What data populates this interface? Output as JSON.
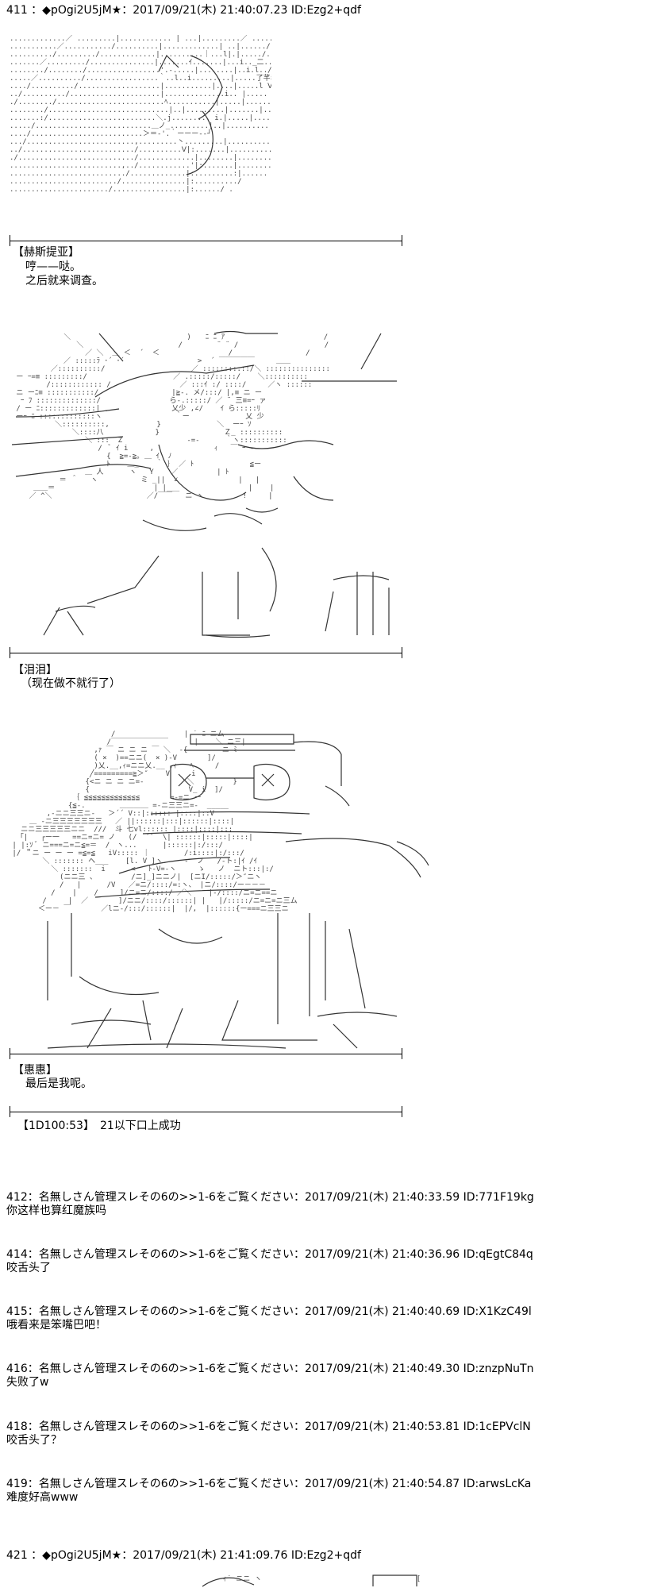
{
  "posts": [
    {
      "header": "411 ：◆pOgi2U5jM★：2017/09/21(木) 21:40:07.23 ID:Ezg2+qdf",
      "sections": [
        {
          "speaker": "【赫斯提亚】",
          "lines": [
            "哼——哒。",
            "之后就来调查。"
          ]
        },
        {
          "speaker": "【泪泪】",
          "lines": [
            "（现在做不就行了）"
          ]
        },
        {
          "speaker": "【惠惠】",
          "lines": [
            "最后是我呢。"
          ]
        }
      ],
      "roll": "【1D100:53】　21以下口上成功"
    }
  ],
  "replies": [
    {
      "header": "412：名無しさん管理スレその6の>>1-6をご覧ください：2017/09/21(木) 21:40:33.59 ID:771F19kg",
      "body": "你这样也算红魔族吗"
    },
    {
      "header": "414：名無しさん管理スレその6の>>1-6をご覧ください：2017/09/21(木) 21:40:36.96 ID:qEgtC84q",
      "body": "咬舌头了"
    },
    {
      "header": "415：名無しさん管理スレその6の>>1-6をご覧ください：2017/09/21(木) 21:40:40.69 ID:X1KzC49l",
      "body": "哦看来是笨嘴巴吧！"
    },
    {
      "header": "416：名無しさん管理スレその6の>>1-6をご覧ください：2017/09/21(木) 21:40:49.30 ID:znzpNuTn",
      "body": "失败了w"
    },
    {
      "header": "418：名無しさん管理スレその6の>>1-6をご覧ください：2017/09/21(木) 21:40:53.81 ID:1cEPVclN",
      "body": "咬舌头了？"
    },
    {
      "header": "419：名無しさん管理スレその6の>>1-6をご覧ください：2017/09/21(木) 21:40:54.87 ID:arwsLcKa",
      "body": "难度好高www"
    }
  ],
  "next_post": {
    "header": "421 ：◆pOgi2U5jM★：2017/09/21(木) 21:41:09.76 ID:Ezg2+qdf"
  }
}
